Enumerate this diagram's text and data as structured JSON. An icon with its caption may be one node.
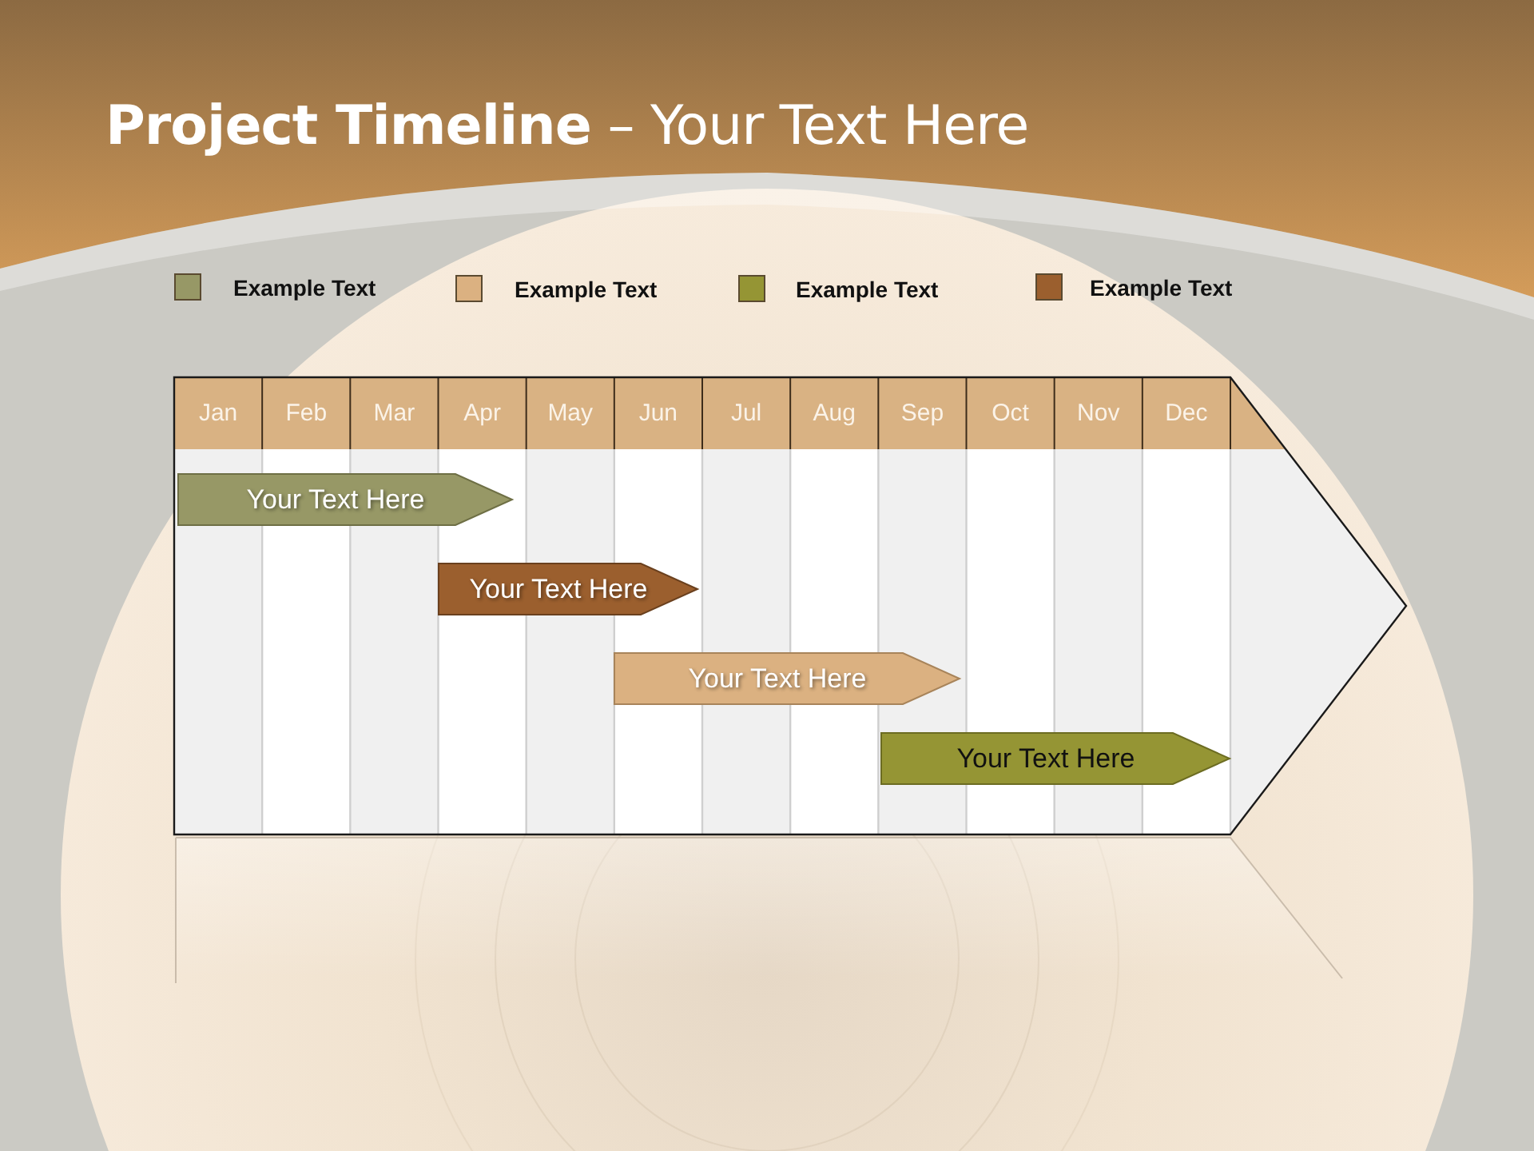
{
  "diagram": {
    "title": "**Project Timeline** – Your Text Here",
    "nodes": [
      {
        "text": [
          "Your Text Here"
        ]
      },
      {
        "text": [
          "Your Text Here"
        ]
      },
      {
        "text": [
          "Your Text Here"
        ]
      },
      {
        "text": [
          "Your Text Here"
        ]
      }
    ],
    "labels": [
      "Jan",
      "Feb",
      "Mar",
      "Apr",
      "May",
      "Jun",
      "Jul",
      "Aug",
      "Sep",
      "Oct",
      "Nov",
      "Dec"
    ],
    "legend": [
      {
        "text": "Example Text",
        "color": "#979866"
      },
      {
        "text": "Example Text",
        "color": "#dbb181"
      },
      {
        "text": "Example Text",
        "color": "#959534"
      },
      {
        "text": "Example Text",
        "color": "#9b5f2e"
      }
    ]
  }
}
